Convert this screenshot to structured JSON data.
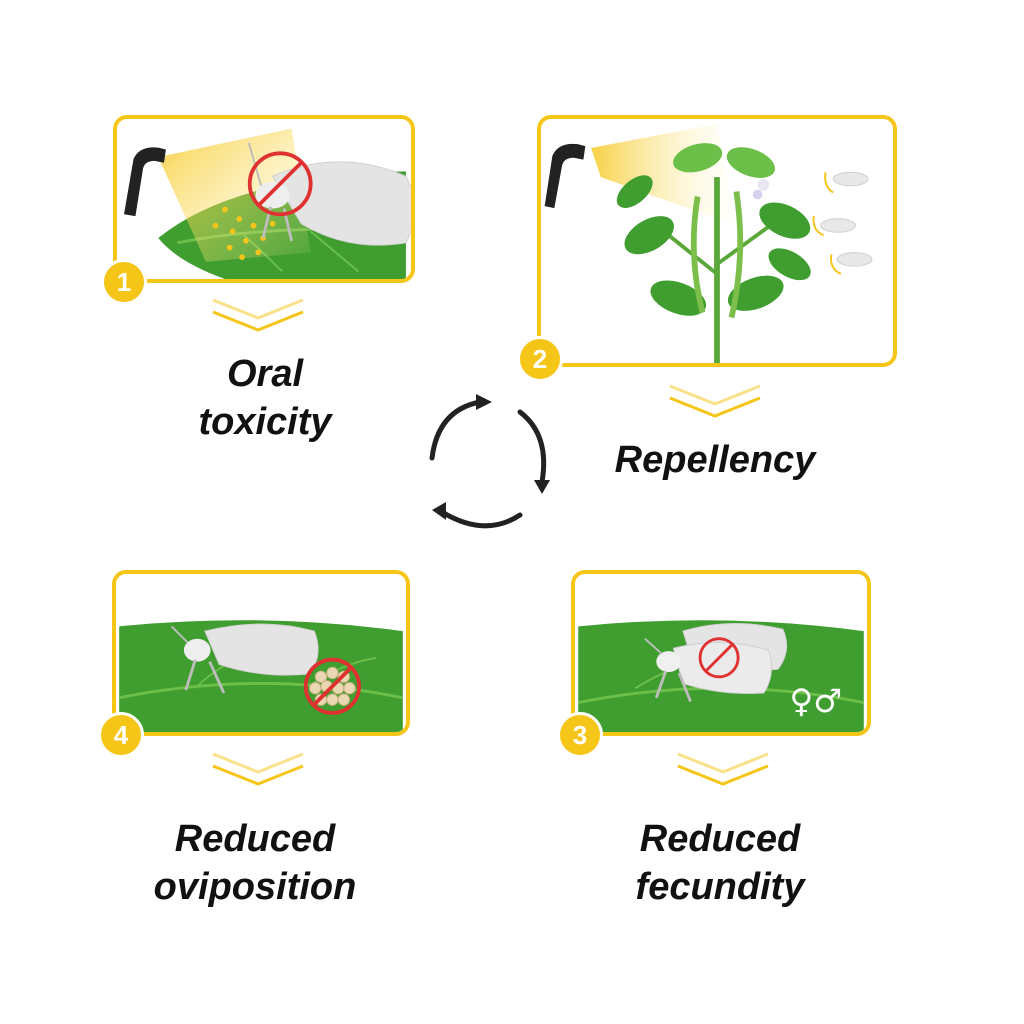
{
  "colors": {
    "accent": "#f5c518",
    "leaf": "#3f9e2f",
    "leaf_light": "#6cc04a",
    "insect": "#e4e4e4",
    "prohibit": "#e03131",
    "text": "#111111",
    "arrow": "#222222"
  },
  "steps": [
    {
      "number": "1",
      "title_lines": [
        "Oral",
        "toxicity"
      ],
      "icons": [
        "spray-nozzle-icon",
        "whitefly-icon",
        "prohibited-icon"
      ]
    },
    {
      "number": "2",
      "title_lines": [
        "Repellency"
      ],
      "icons": [
        "spray-nozzle-icon",
        "bean-plant-icon",
        "whitefly-icon"
      ]
    },
    {
      "number": "3",
      "title_lines": [
        "Reduced",
        "fecundity"
      ],
      "icons": [
        "whitefly-icon",
        "prohibited-icon",
        "female-symbol-icon",
        "male-symbol-icon"
      ]
    },
    {
      "number": "4",
      "title_lines": [
        "Reduced",
        "oviposition"
      ],
      "icons": [
        "whitefly-icon",
        "egg-cluster-icon",
        "prohibited-icon"
      ]
    }
  ],
  "sex_symbols": "♀♂",
  "cycle_icon": "circular-arrows-icon"
}
